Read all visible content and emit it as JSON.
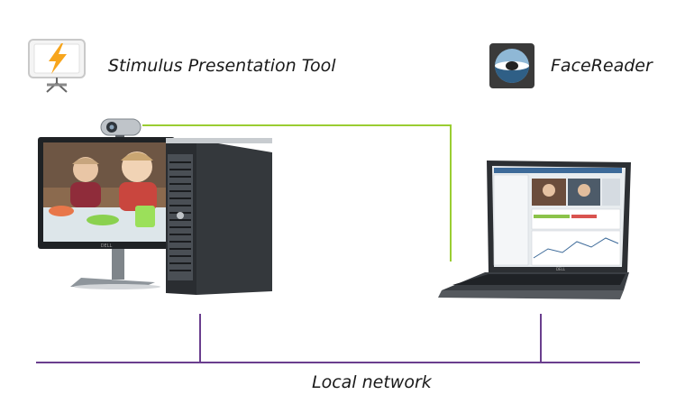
{
  "labels": {
    "stimulus_tool": "Stimulus Presentation Tool",
    "facereader": "FaceReader",
    "local_network": "Local network"
  },
  "devices": {
    "monitor_brand": "DELL",
    "laptop_brand": "DELL"
  },
  "colors": {
    "network_line": "#6a3e8e",
    "camera_link": "#9acd32",
    "stimulus_icon_bolt": "#f7a51c"
  },
  "icons": {
    "stimulus_tool": "projector-screen-lightning-icon",
    "facereader": "facereader-logo-icon"
  }
}
